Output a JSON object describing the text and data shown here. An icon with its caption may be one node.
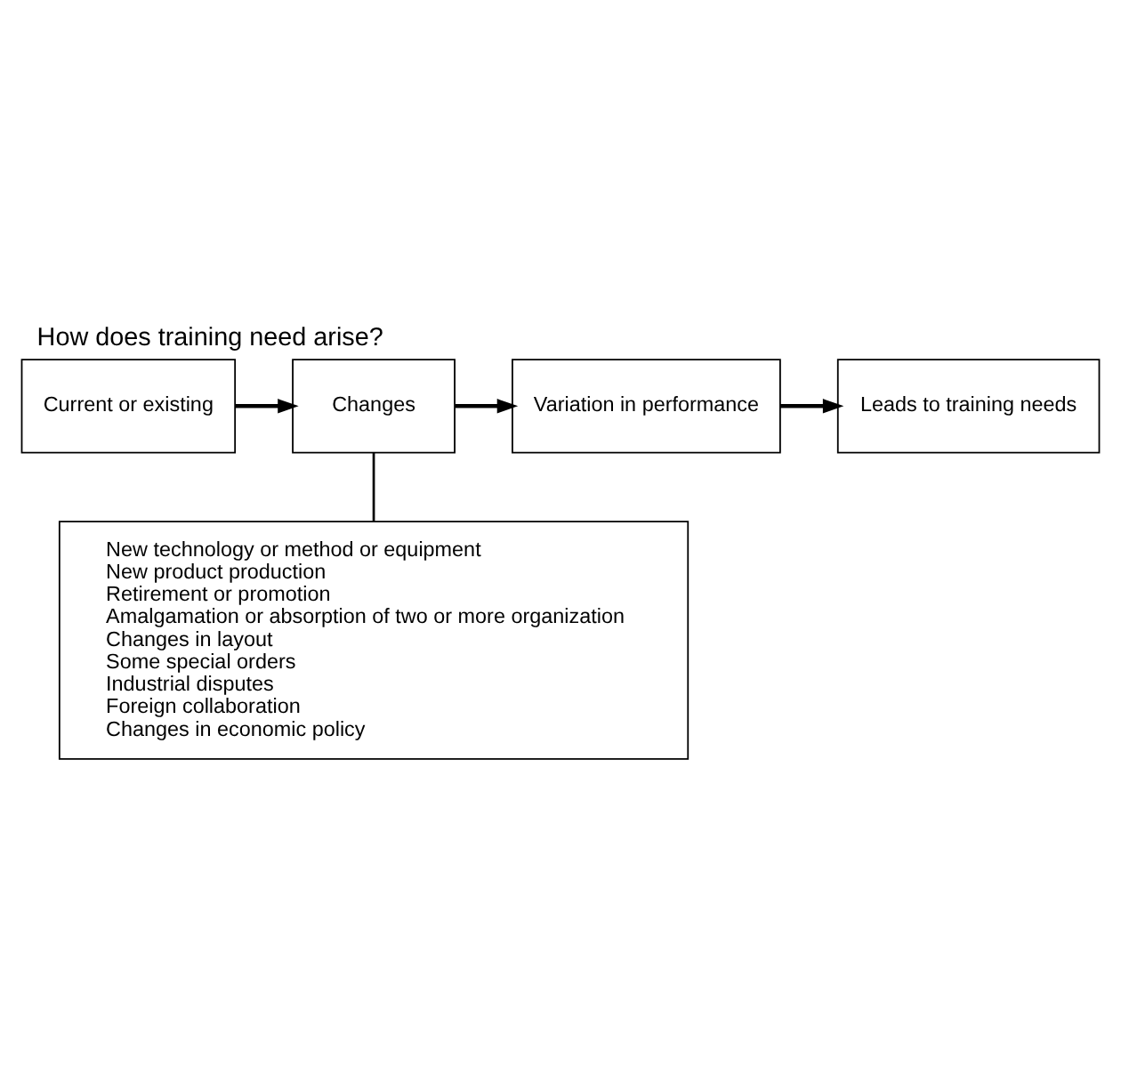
{
  "diagram": {
    "title": "How does training need arise?",
    "nodes": [
      {
        "text": [
          "Current or existing"
        ]
      },
      {
        "text": [
          "Changes"
        ]
      },
      {
        "text": [
          "Variation in performance"
        ]
      },
      {
        "text": [
          "Leads to training needs"
        ]
      },
      {
        "text": [
          "New technology or method or equipment",
          "New product production",
          "Retirement or promotion",
          "Amalgamation or absorption of two or more organization",
          "Changes in layout",
          "Some special orders",
          "Industrial disputes",
          "Foreign collaboration",
          "Changes in economic policy"
        ]
      }
    ],
    "edges": [
      {
        "from": 0,
        "to": 1,
        "arrow": "to"
      },
      {
        "from": 1,
        "to": 2,
        "arrow": "to"
      },
      {
        "from": 2,
        "to": 3,
        "arrow": "to"
      },
      {
        "from": 1,
        "to": 4,
        "arrow": "none"
      }
    ]
  }
}
